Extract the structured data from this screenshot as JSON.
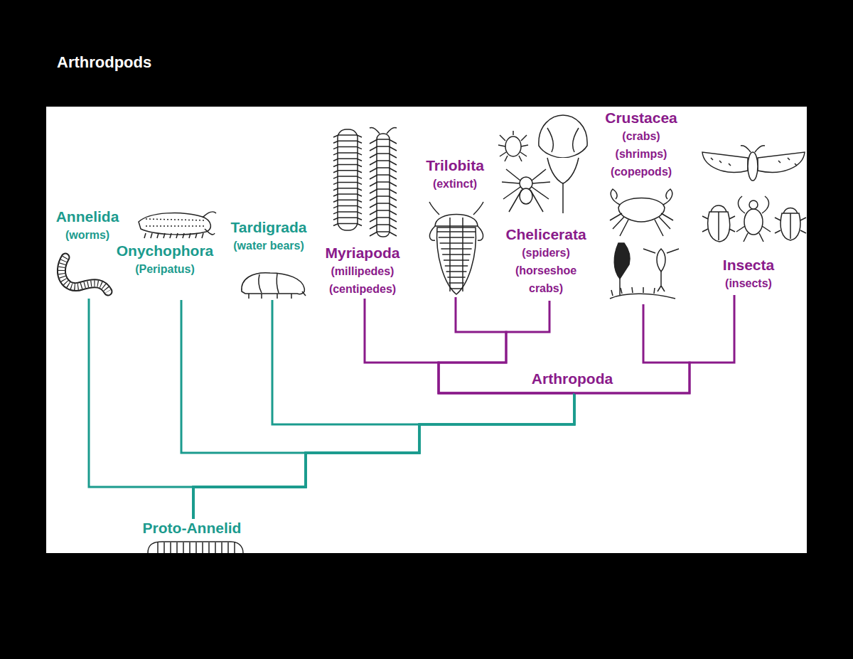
{
  "diagram": {
    "title": "Arthrodpods",
    "nodes": [
      {
        "text": [
          "Annelida",
          "(worms)"
        ]
      },
      {
        "text": [
          "Onychophora",
          "(Peripatus)"
        ]
      },
      {
        "text": [
          "Tardigrada",
          "(water bears)"
        ]
      },
      {
        "text": [
          "Myriapoda",
          "(millipedes) (centipedes)"
        ]
      },
      {
        "text": [
          "Trilobita",
          "(extinct)"
        ]
      },
      {
        "text": [
          "Chelicerata",
          "(spiders) (horseshoe crabs)"
        ]
      },
      {
        "text": [
          "Crustacea",
          "(crabs) (shrimps) (copepods)"
        ]
      },
      {
        "text": [
          "Insecta",
          "(insects)"
        ]
      },
      {
        "text": [
          "Proto-Annelid"
        ]
      }
    ],
    "edges": [
      {
        "from": 8,
        "to": 0,
        "arrow": "none"
      },
      {
        "from": 8,
        "to": 1,
        "arrow": "none"
      },
      {
        "from": 8,
        "to": 2,
        "arrow": "none"
      },
      {
        "from": 8,
        "to": 3,
        "arrow": "none"
      },
      {
        "from": 8,
        "to": 4,
        "arrow": "none"
      },
      {
        "from": 8,
        "to": 5,
        "arrow": "none"
      },
      {
        "from": 8,
        "to": 6,
        "arrow": "none"
      },
      {
        "from": 8,
        "to": 7,
        "arrow": "none"
      }
    ],
    "labels": [
      "Arthropoda"
    ]
  }
}
